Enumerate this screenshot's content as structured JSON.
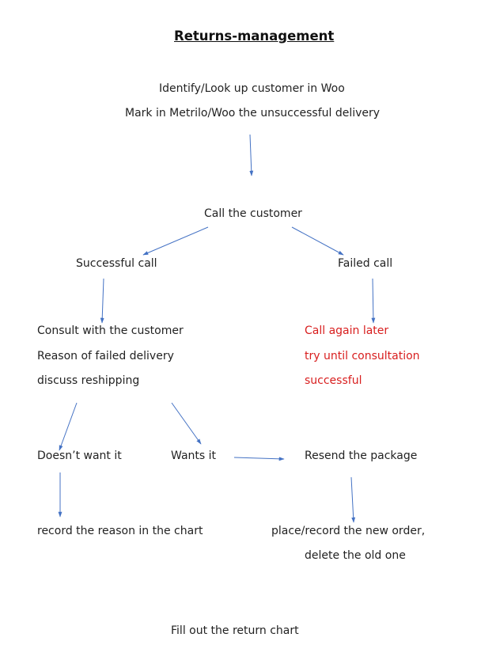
{
  "title": "Returns-management",
  "step1": {
    "line1": "Identify/Look up customer in Woo",
    "line2": "Mark in Metrilo/Woo the unsuccessful delivery"
  },
  "call_customer": "Call the customer",
  "successful_call": "Successful call",
  "failed_call": "Failed call",
  "consult": {
    "line1": "Consult with the customer",
    "line2": "Reason of failed delivery",
    "line3": "discuss reshipping"
  },
  "retry": {
    "line1": "Call again later",
    "line2": "try until consultation",
    "line3": "successful"
  },
  "doesnt_want": "Doesn’t want it",
  "wants": "Wants it",
  "resend": "Resend the package",
  "record_reason": "record the reason in the chart",
  "new_order": {
    "line1": "place/record the new order,",
    "line2": "delete the old one"
  },
  "fill_out": "Fill out the return chart",
  "colors": {
    "arrow": "#4472c4",
    "highlight_text": "#d81e1e",
    "text": "#222222"
  }
}
